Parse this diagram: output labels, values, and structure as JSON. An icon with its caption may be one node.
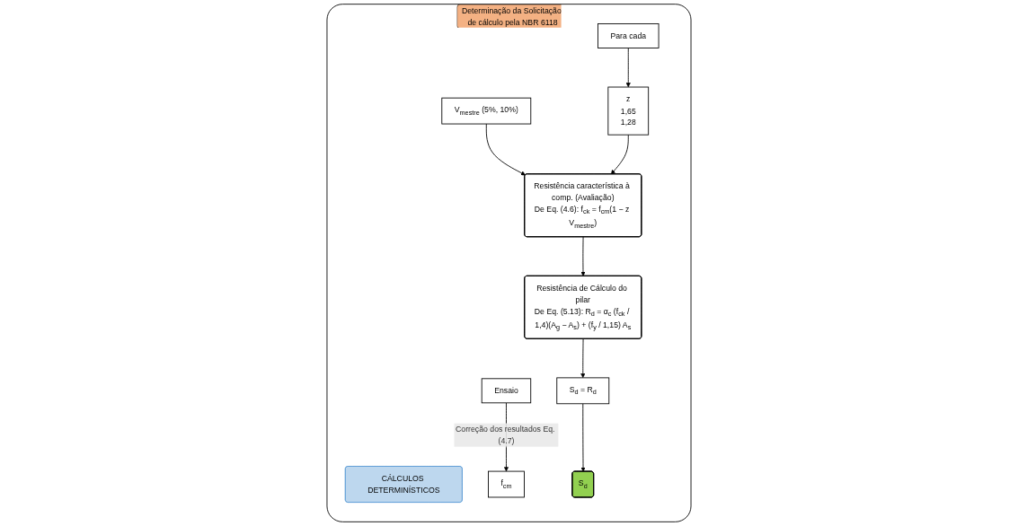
{
  "diagram": {
    "nodes": [
      {
        "text": [
          "Determinação da Solicitação de cálculo pela NBR 6118"
        ]
      },
      {
        "text": [
          "CÁLCULOS DETERMINÍSTICOS"
        ],
        "in": 0
      },
      {
        "text": [
          "Ensaio"
        ],
        "in": 0
      },
      {
        "text": [
          "f$_{cm}$"
        ],
        "in": 0
      },
      {
        "text": [
          "V$_{mestre}$ (5%, 10%)"
        ],
        "in": 0
      },
      {
        "text": [
          "Para cada"
        ],
        "in": 0
      },
      {
        "text": [
          "z",
          "1,65",
          "1,28"
        ],
        "in": 0
      },
      {
        "text": [
          "Resistência característica à comp. (Avaliação)",
          "De Eq. (4.6): f$_{ck}$ = f$_{cm}$(1 − z V$_{mestre}$)"
        ],
        "in": 0
      },
      {
        "text": [
          "Resistência de Cálculo do pilar",
          "De Eq. (5.13): R$_{d}$ = α$_{c}$ (f$_{ck}$ / 1,4)(A$_{g}$ − A$_{s}$) + (f$_{y}$ / 1,15) A$_{s}$"
        ],
        "in": 0
      },
      {
        "text": [
          "S$_{d}$ = R$_{d}$"
        ],
        "in": 0
      },
      {
        "text": [
          "S$_{d}$"
        ],
        "in": 0
      }
    ],
    "edges": [
      {
        "from": 2,
        "to": 3,
        "arrow": "to",
        "label": "Correção dos resultados Eq. (4.7)"
      },
      {
        "from": 4,
        "to": 7,
        "arrow": "to"
      },
      {
        "from": 5,
        "to": 6,
        "arrow": "to"
      },
      {
        "from": 6,
        "to": 7,
        "arrow": "to"
      },
      {
        "from": 7,
        "to": 8,
        "arrow": "to"
      },
      {
        "from": 8,
        "to": 9,
        "arrow": "to"
      },
      {
        "from": 9,
        "to": 10,
        "arrow": "to"
      }
    ]
  }
}
